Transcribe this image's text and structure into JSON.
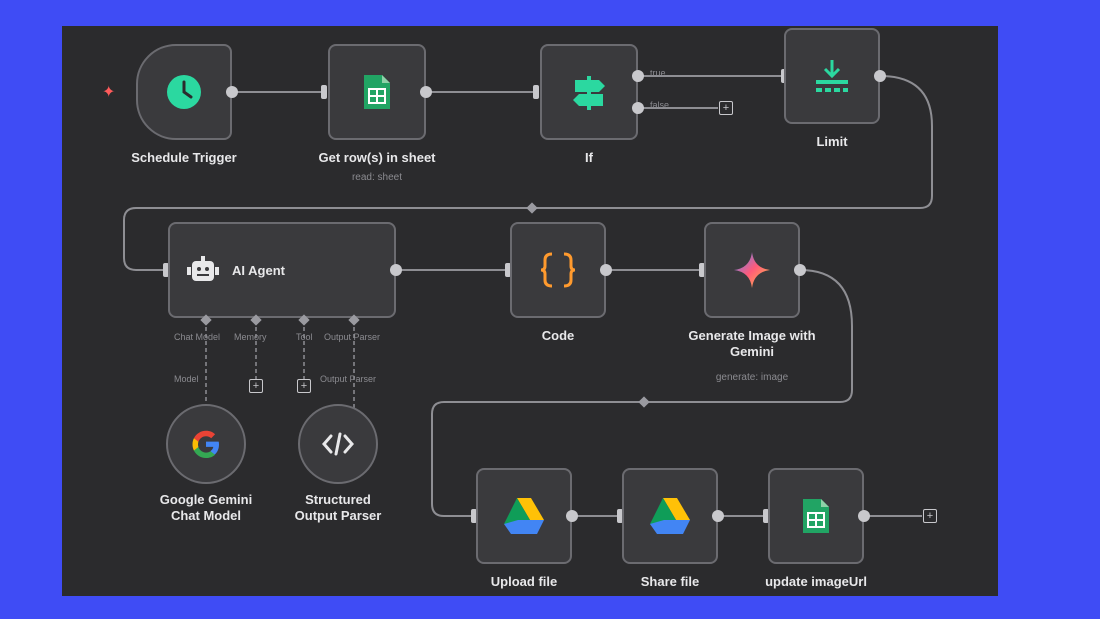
{
  "nodes": {
    "schedule": {
      "title": "Schedule Trigger"
    },
    "get_rows": {
      "title": "Get row(s) in sheet",
      "subtitle": "read: sheet"
    },
    "if_node": {
      "title": "If"
    },
    "limit": {
      "title": "Limit"
    },
    "ai_agent": {
      "title": "AI Agent"
    },
    "code": {
      "title": "Code"
    },
    "gen_image": {
      "title": "Generate Image with Gemini",
      "subtitle": "generate: image"
    },
    "upload": {
      "title": "Upload file"
    },
    "share": {
      "title": "Share file"
    },
    "update": {
      "title": "update imageUrl"
    },
    "gemini_model": {
      "title": "Google Gemini Chat Model"
    },
    "parser": {
      "title": "Structured Output Parser"
    }
  },
  "branches": {
    "true": "true",
    "false": "false"
  },
  "agent_ports": {
    "chat_model": "Chat Model",
    "memory": "Memory",
    "tool": "Tool",
    "output_parser": "Output Parser"
  },
  "connector_labels": {
    "model": "Model",
    "output_parser": "Output Parser"
  },
  "colors": {
    "canvas": "#2b2b2d",
    "frame": "#3f4cf5",
    "node_bg": "#3a3a3d",
    "node_border": "#6b6b70",
    "trigger_green": "#2bd8a0",
    "sheets_green": "#21a464",
    "code_orange": "#ff9a2e"
  },
  "icons": {
    "schedule": "clock-icon",
    "sheets": "google-sheets-icon",
    "if": "signpost-icon",
    "limit": "limit-icon",
    "agent": "robot-icon",
    "code": "braces-icon",
    "gemini": "gemini-sparkle-icon",
    "drive": "google-drive-icon",
    "google": "google-g-icon",
    "parser": "code-tag-icon"
  }
}
